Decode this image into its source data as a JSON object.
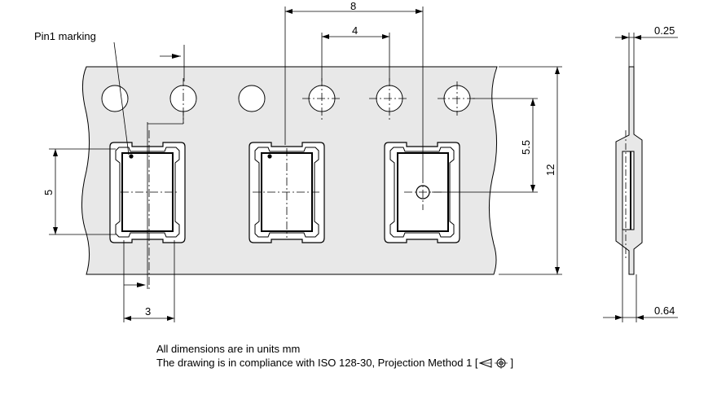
{
  "labels": {
    "pin1_marking": "Pin1 marking",
    "pitch_8": "8",
    "pitch_4": "4",
    "dim_5": "5",
    "dim_3": "3",
    "dim_5_5": "5.5",
    "dim_12": "12",
    "thickness_0_25": "0.25",
    "thickness_0_64": "0.64"
  },
  "notes": {
    "units": "All dimensions are in units mm",
    "compliance_prefix": "The drawing is in compliance with ISO 128-30, Projection Method 1 [",
    "compliance_suffix": "]"
  },
  "icons": {
    "projection_symbol": "first-angle-projection-icon"
  }
}
